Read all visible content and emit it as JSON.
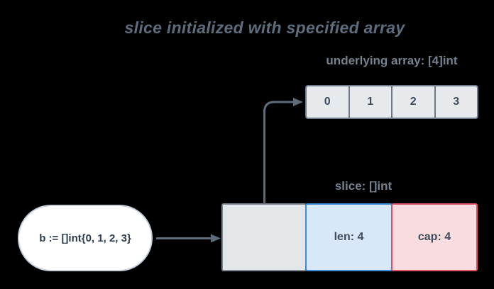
{
  "title": "slice initialized with specified array",
  "underlying_array": {
    "label": "underlying array: [4]int",
    "cells": [
      "0",
      "1",
      "2",
      "3"
    ]
  },
  "slice_struct": {
    "label": "slice: []int",
    "len": "len: 4",
    "cap": "cap: 4"
  },
  "code": {
    "label": "b := []int{0, 1, 2, 3}"
  },
  "icons": {
    "assign_arrow": "right-arrow",
    "pointer_arrow": "elbow-up-right-arrow"
  },
  "colors": {
    "bg": "#000000",
    "title": "#5e6d7d",
    "label": "#76828e",
    "arrow": "#5d6b7a",
    "array-border": "#6f7a86",
    "array-fill": "#e7eaed",
    "cell-text": "#3e4c5b",
    "ptr-border": "#7e8893",
    "ptr-fill": "#e4e7ea",
    "len-border": "#3b8ad8",
    "len-fill": "#d9e8f8",
    "cap-border": "#dc5263",
    "cap-fill": "#f8dce0",
    "stadium-border": "#c5d0db",
    "stadium-fill": "#ffffff",
    "stadium-text": "#2e3d4d"
  }
}
